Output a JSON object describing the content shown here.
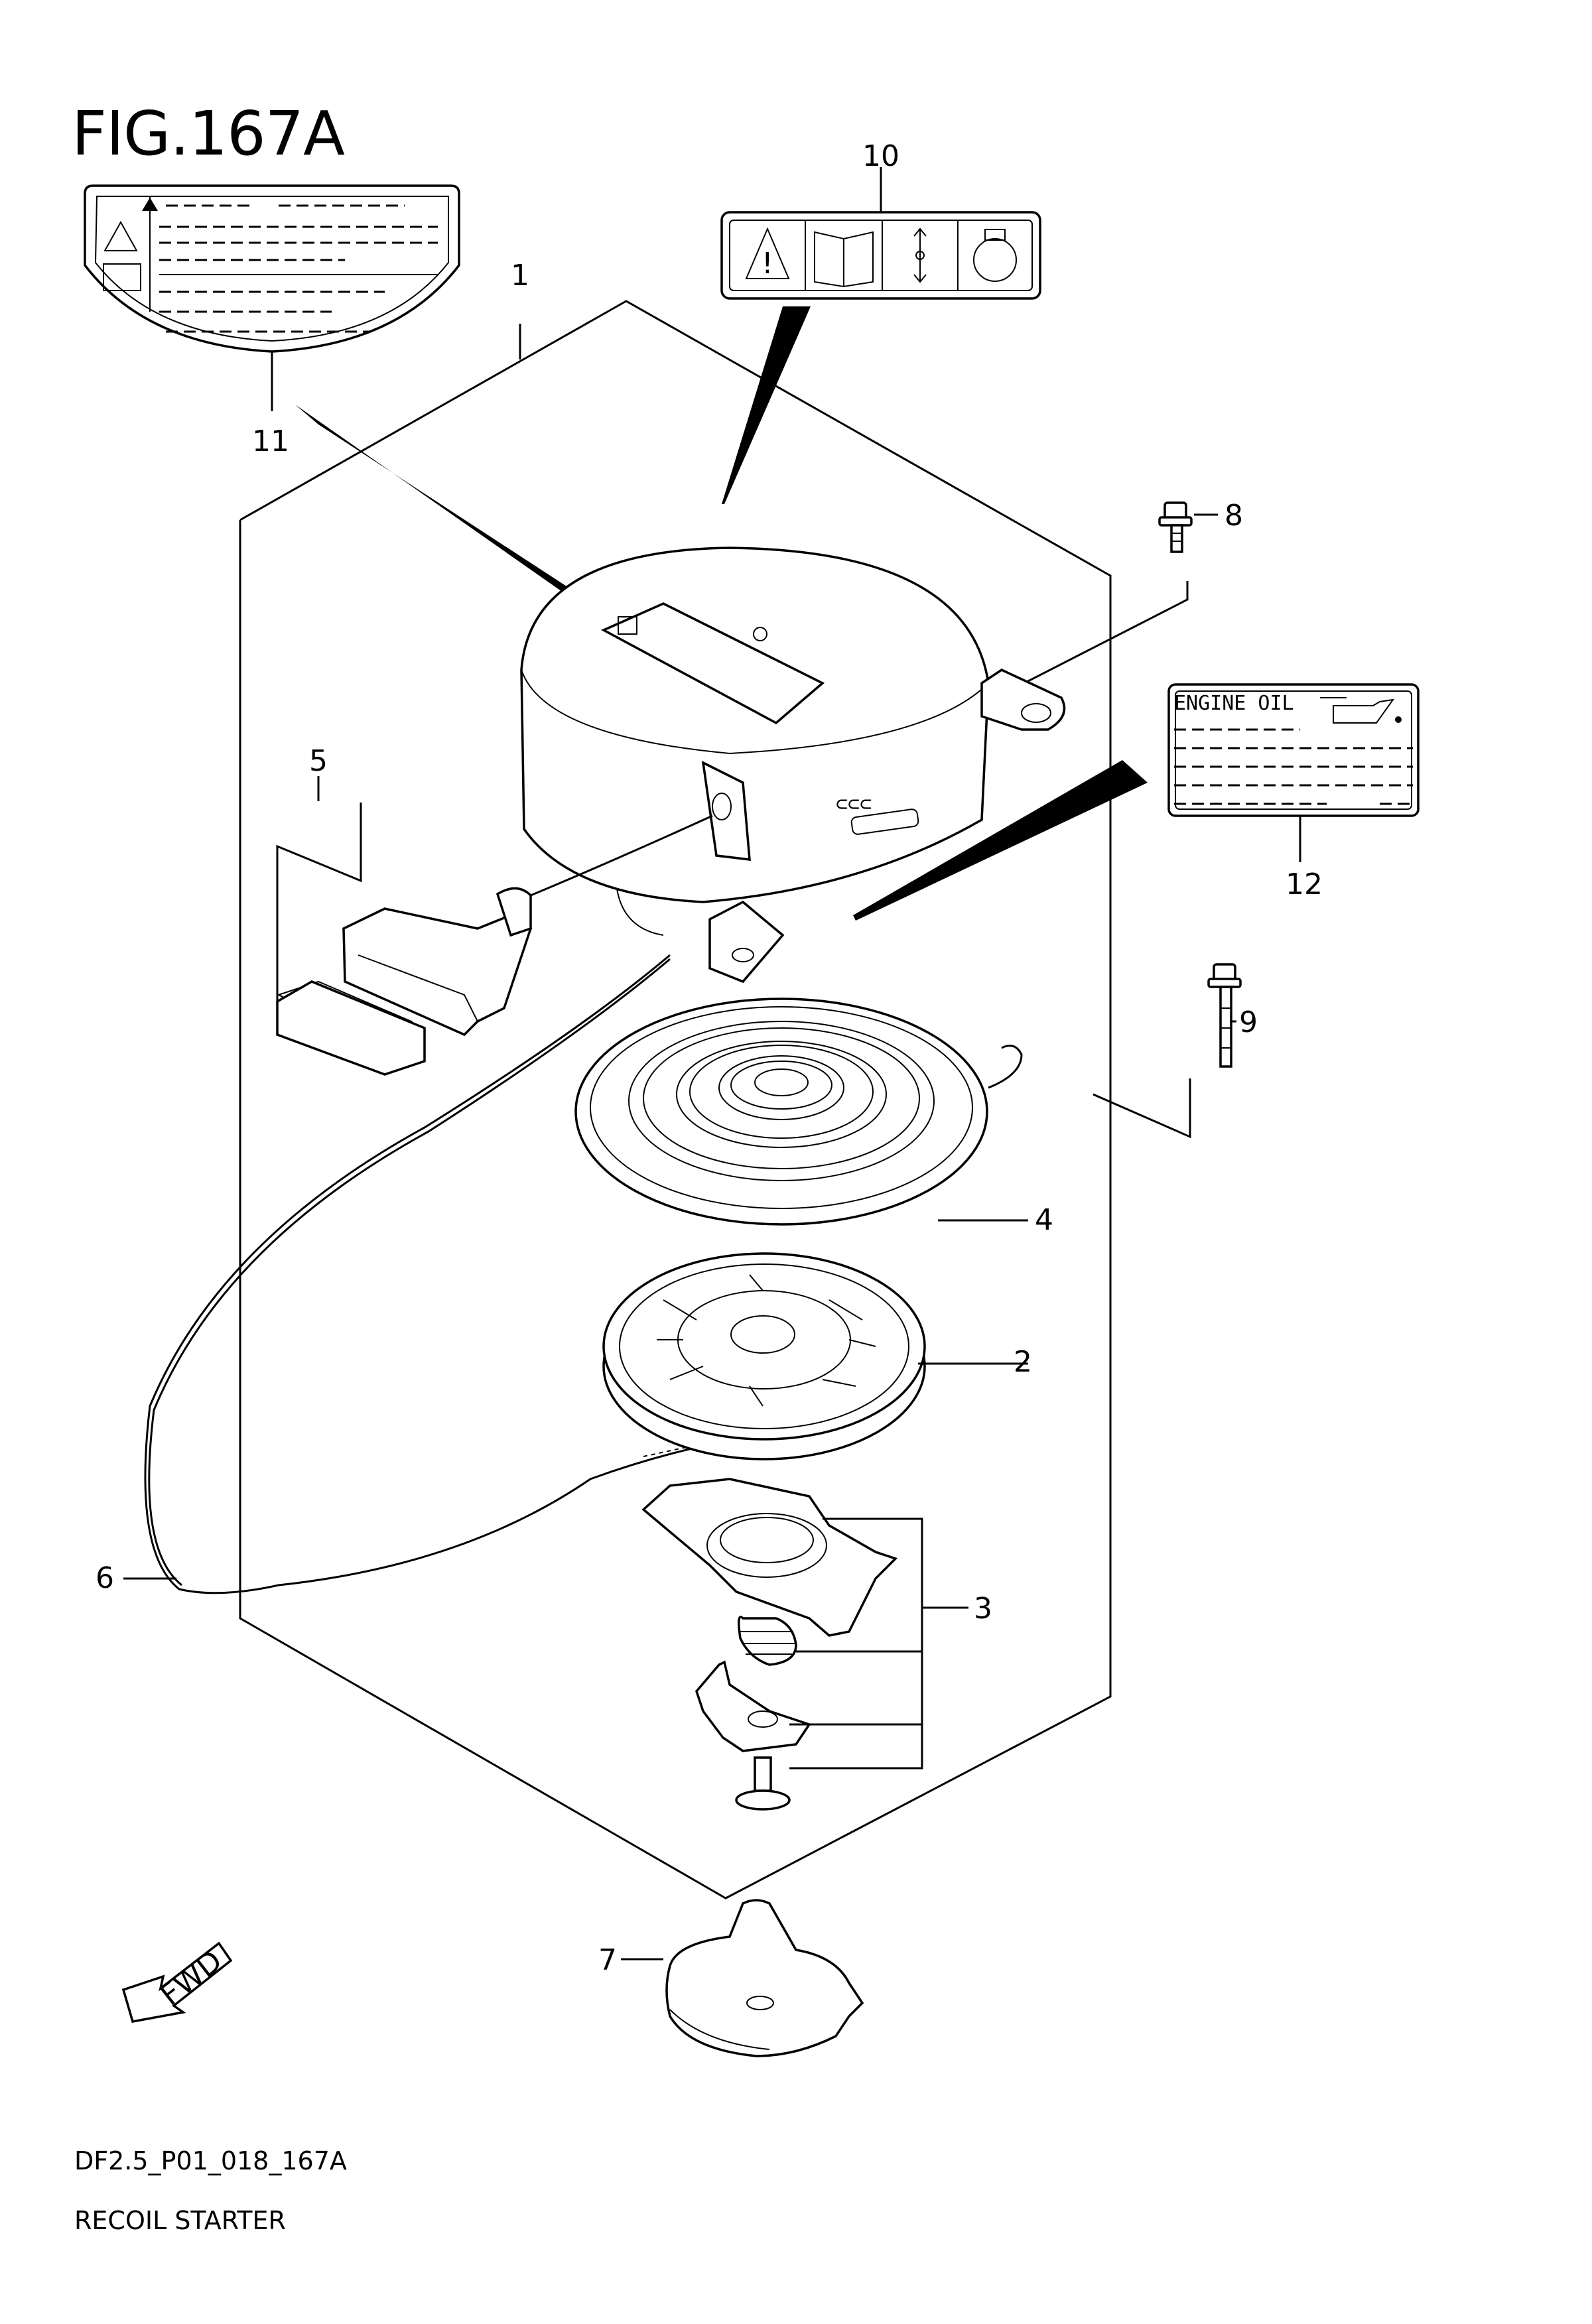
{
  "figure": {
    "title": "FIG.167A"
  },
  "footer": {
    "code": "DF2.5_P01_018_167A",
    "name": "RECOIL STARTER"
  },
  "callouts": [
    {
      "id": "1",
      "label": "1"
    },
    {
      "id": "2",
      "label": "2"
    },
    {
      "id": "3",
      "label": "3"
    },
    {
      "id": "4",
      "label": "4"
    },
    {
      "id": "5",
      "label": "5"
    },
    {
      "id": "6",
      "label": "6"
    },
    {
      "id": "7",
      "label": "7"
    },
    {
      "id": "8",
      "label": "8"
    },
    {
      "id": "9",
      "label": "9"
    },
    {
      "id": "10",
      "label": "10"
    },
    {
      "id": "11",
      "label": "11"
    },
    {
      "id": "12",
      "label": "12"
    }
  ],
  "labels": {
    "engine_oil": "ENGINE OIL",
    "fwd": "FWD"
  },
  "icons": [
    "warning-triangle-icon",
    "manual-book-icon",
    "up-down-arrow-icon",
    "rotation-icon",
    "oil-can-icon",
    "fwd-arrow-icon"
  ]
}
